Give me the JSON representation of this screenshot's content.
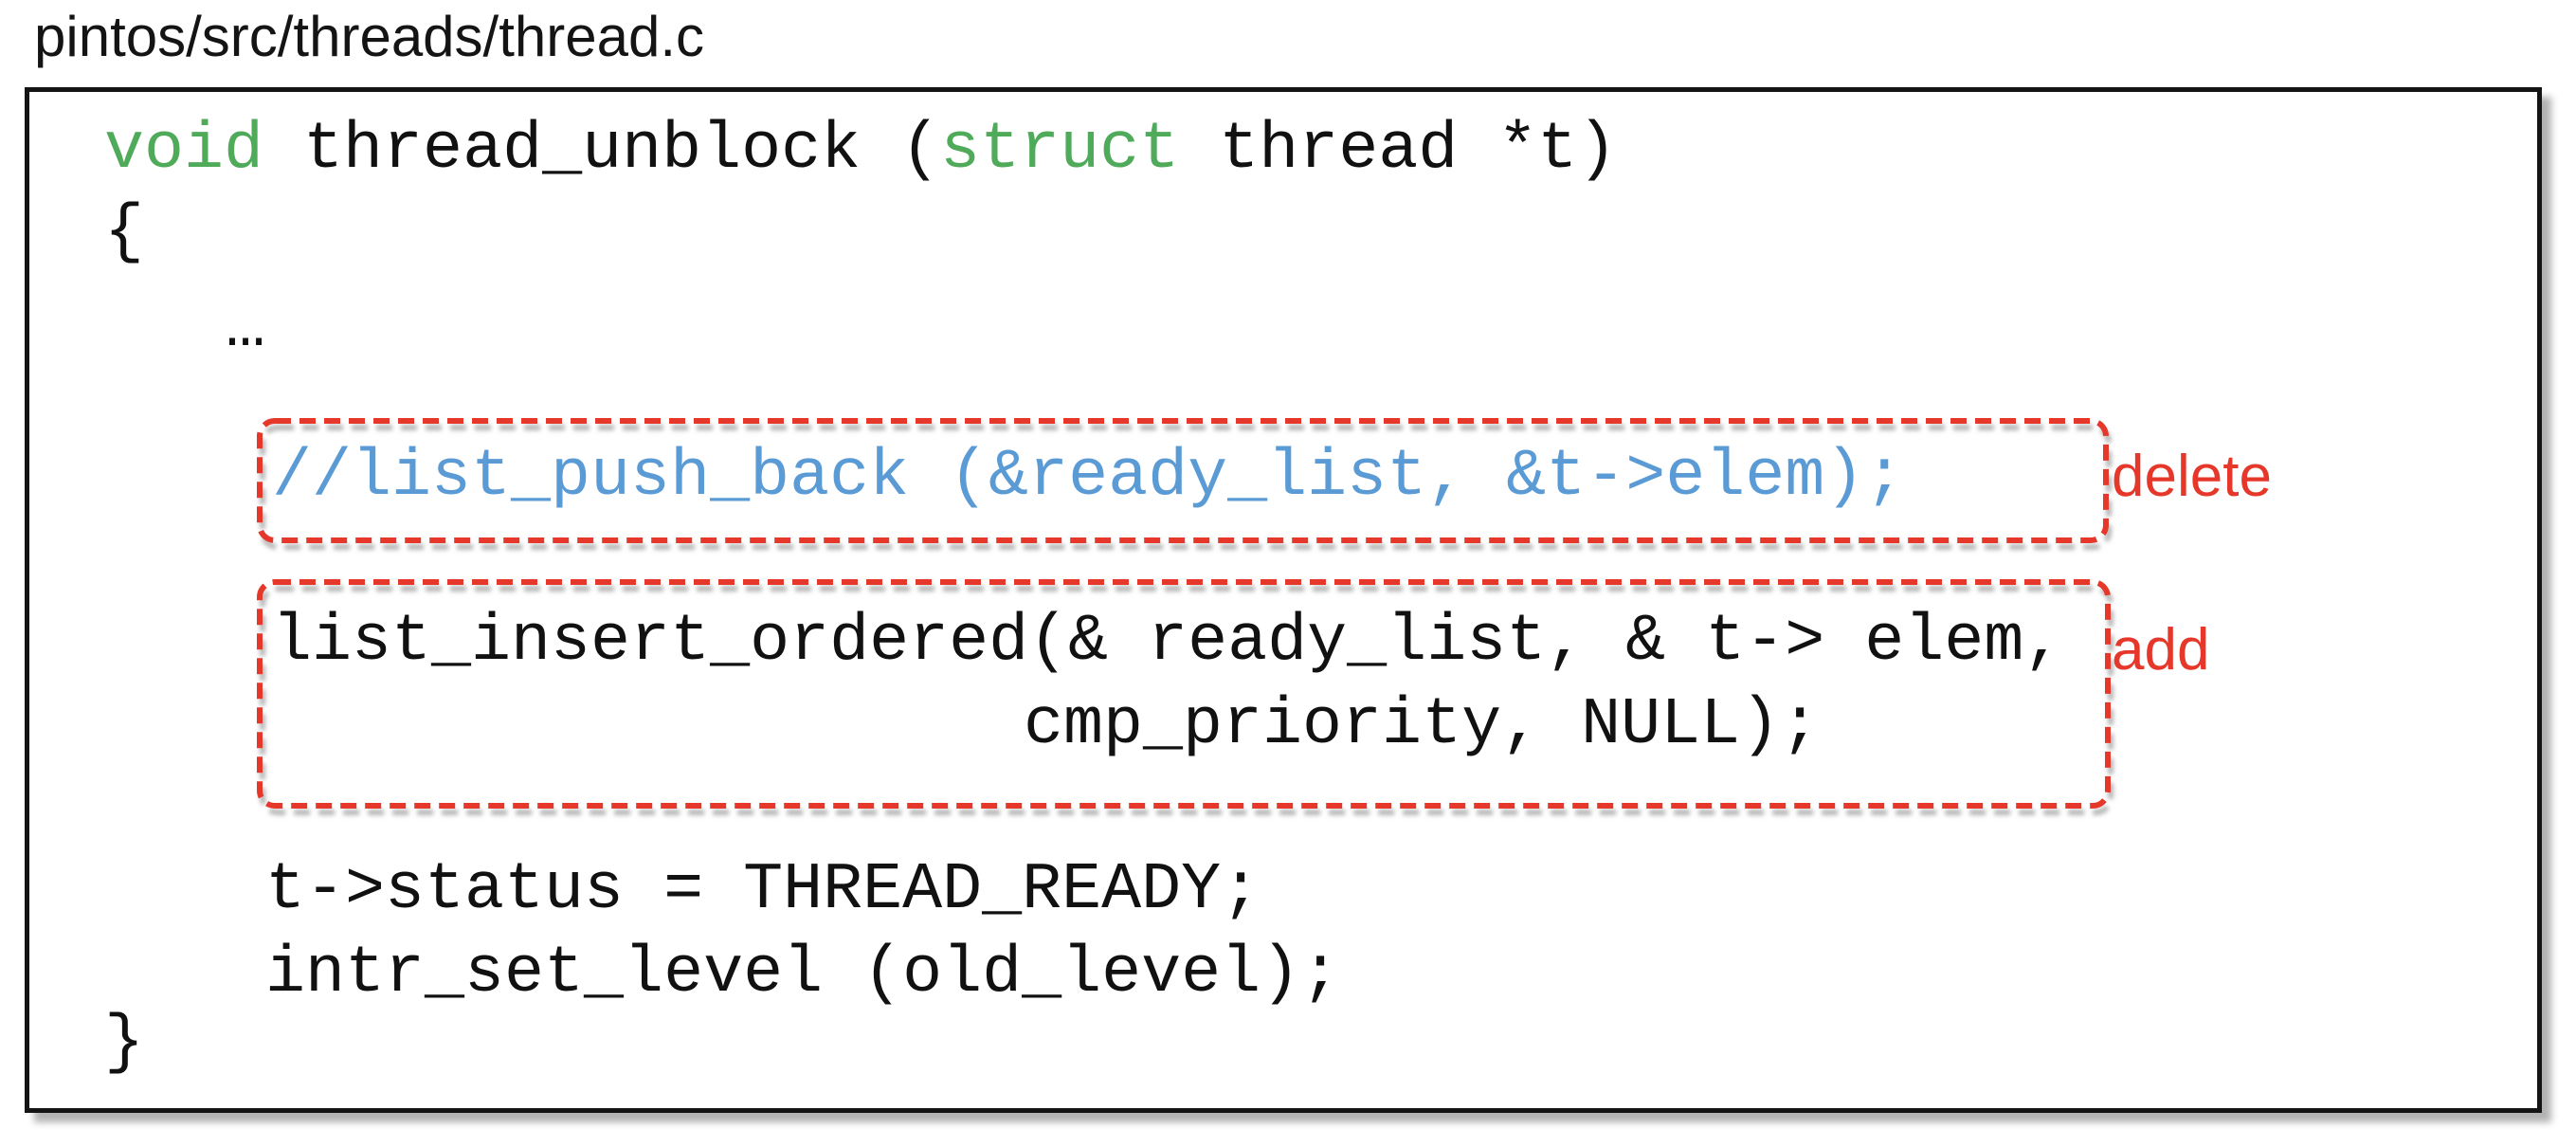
{
  "title": "pintos/src/threads/thread.c",
  "colors": {
    "green": "#4faa5a",
    "blue": "#5b9bd5",
    "red": "#e5382a",
    "ink": "#111111"
  },
  "code": {
    "signature": {
      "kw1": "void",
      "mid": " thread_unblock (",
      "kw2": "struct",
      "tail": " thread *t)"
    },
    "open_brace": "{",
    "ellipsis": "…",
    "deleted_line": "//list_push_back (&ready_list, &t->elem);",
    "added_line_1": "list_insert_ordered(& ready_list, & t-> elem,",
    "added_line_2": "cmp_priority, NULL);",
    "status_line": "t->status = THREAD_READY;",
    "intr_line": "intr_set_level (old_level);",
    "close_brace": "}"
  },
  "annotations": {
    "delete_label": "delete",
    "add_label": "add"
  }
}
